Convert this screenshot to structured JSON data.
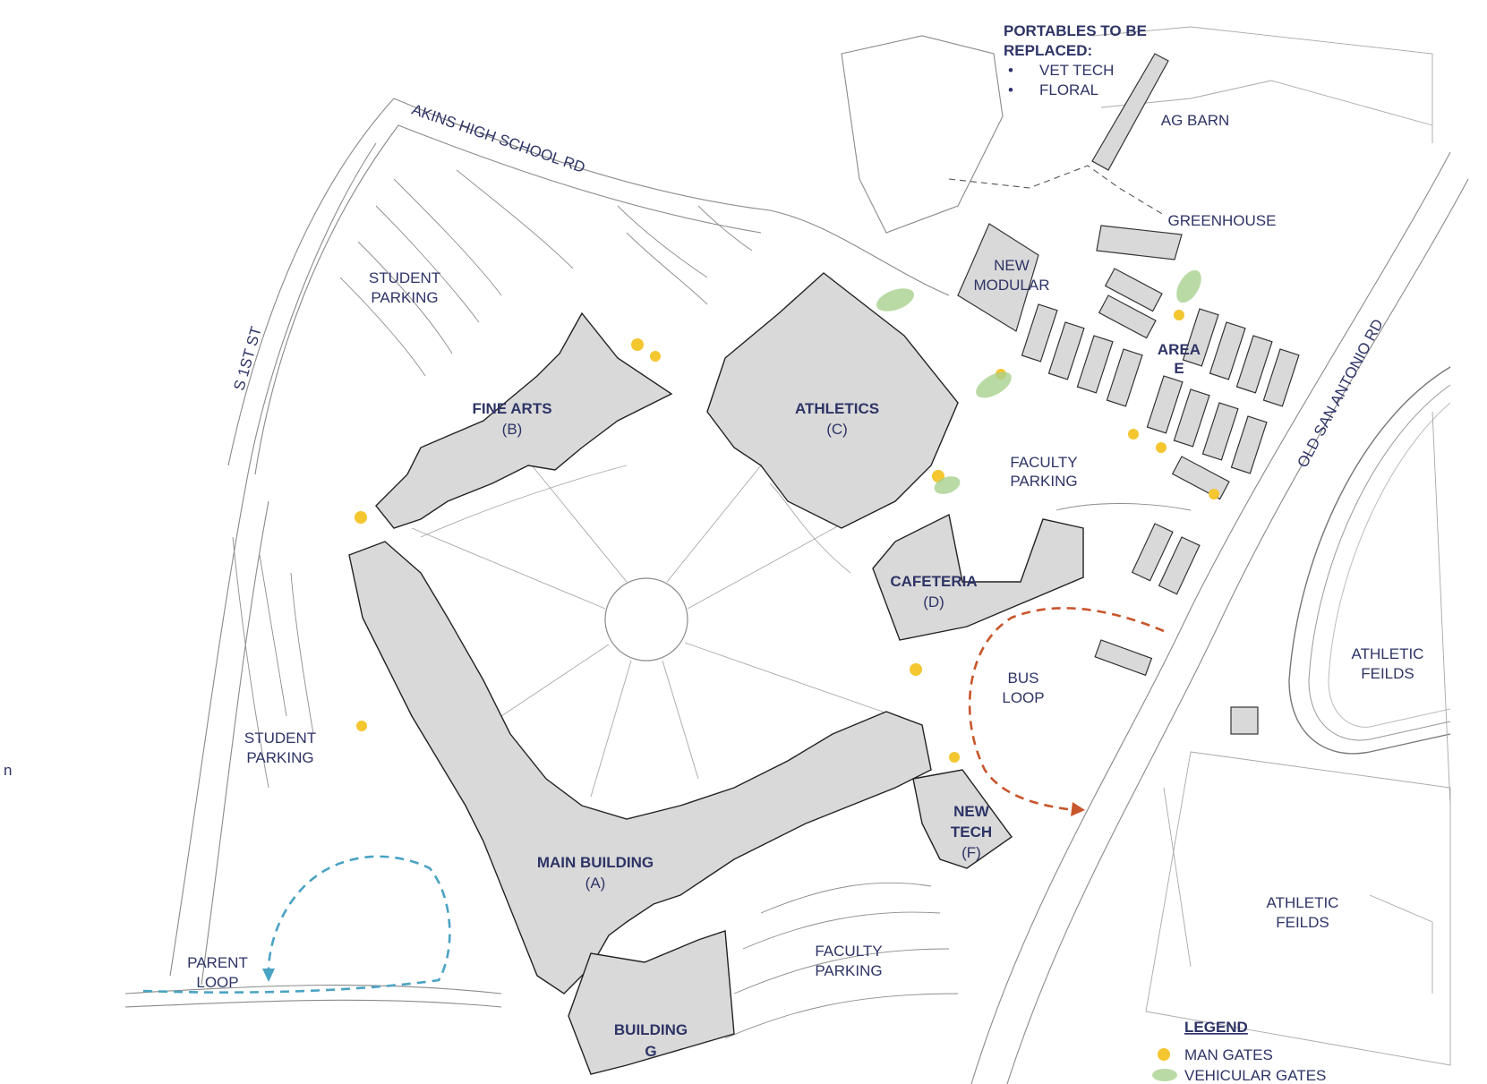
{
  "portables": {
    "title_line1": "PORTABLES TO BE",
    "title_line2": "REPLACED:",
    "items": [
      "VET TECH",
      "FLORAL"
    ]
  },
  "roads": {
    "akins": "AKINS HIGH SCHOOL RD",
    "s1st": "S 1ST ST",
    "old_san_antonio": "OLD SAN ANTONIO RD"
  },
  "areas": {
    "ag_barn": "AG BARN",
    "greenhouse": "GREENHOUSE",
    "new_modular_1": "NEW",
    "new_modular_2": "MODULAR",
    "area_e_1": "AREA",
    "area_e_2": "E",
    "student_parking_north_1": "STUDENT",
    "student_parking_north_2": "PARKING",
    "student_parking_west_1": "STUDENT",
    "student_parking_west_2": "PARKING",
    "faculty_parking_ne_1": "FACULTY",
    "faculty_parking_ne_2": "PARKING",
    "faculty_parking_s_1": "FACULTY",
    "faculty_parking_s_2": "PARKING",
    "bus_loop_1": "BUS",
    "bus_loop_2": "LOOP",
    "parent_loop_1": "PARENT",
    "parent_loop_2": "LOOP",
    "athletic_feilds_east_1": "ATHLETIC",
    "athletic_feilds_east_2": "FEILDS",
    "athletic_feilds_south_1": "ATHLETIC",
    "athletic_feilds_south_2": "FEILDS"
  },
  "buildings": {
    "fine_arts": "FINE ARTS",
    "fine_arts_code": "(B)",
    "athletics": "ATHLETICS",
    "athletics_code": "(C)",
    "cafeteria": "CAFETERIA",
    "cafeteria_code": "(D)",
    "main": "MAIN BUILDING",
    "main_code": "(A)",
    "new_tech_1": "NEW",
    "new_tech_2": "TECH",
    "new_tech_code": "(F)",
    "building_g_1": "BUILDING",
    "building_g_2": "G"
  },
  "legend": {
    "title": "LEGEND",
    "man_gates": "MAN GATES",
    "vehicular_gates": "VEHICULAR GATES"
  },
  "colors": {
    "label": "#2e3466",
    "building": "#d9d9d9",
    "man_gate": "#f4c630",
    "vehicular_gate": "#a9d18e",
    "bus_route": "#c8552b",
    "parent_route": "#4aa3c4"
  },
  "edge_text": "n"
}
